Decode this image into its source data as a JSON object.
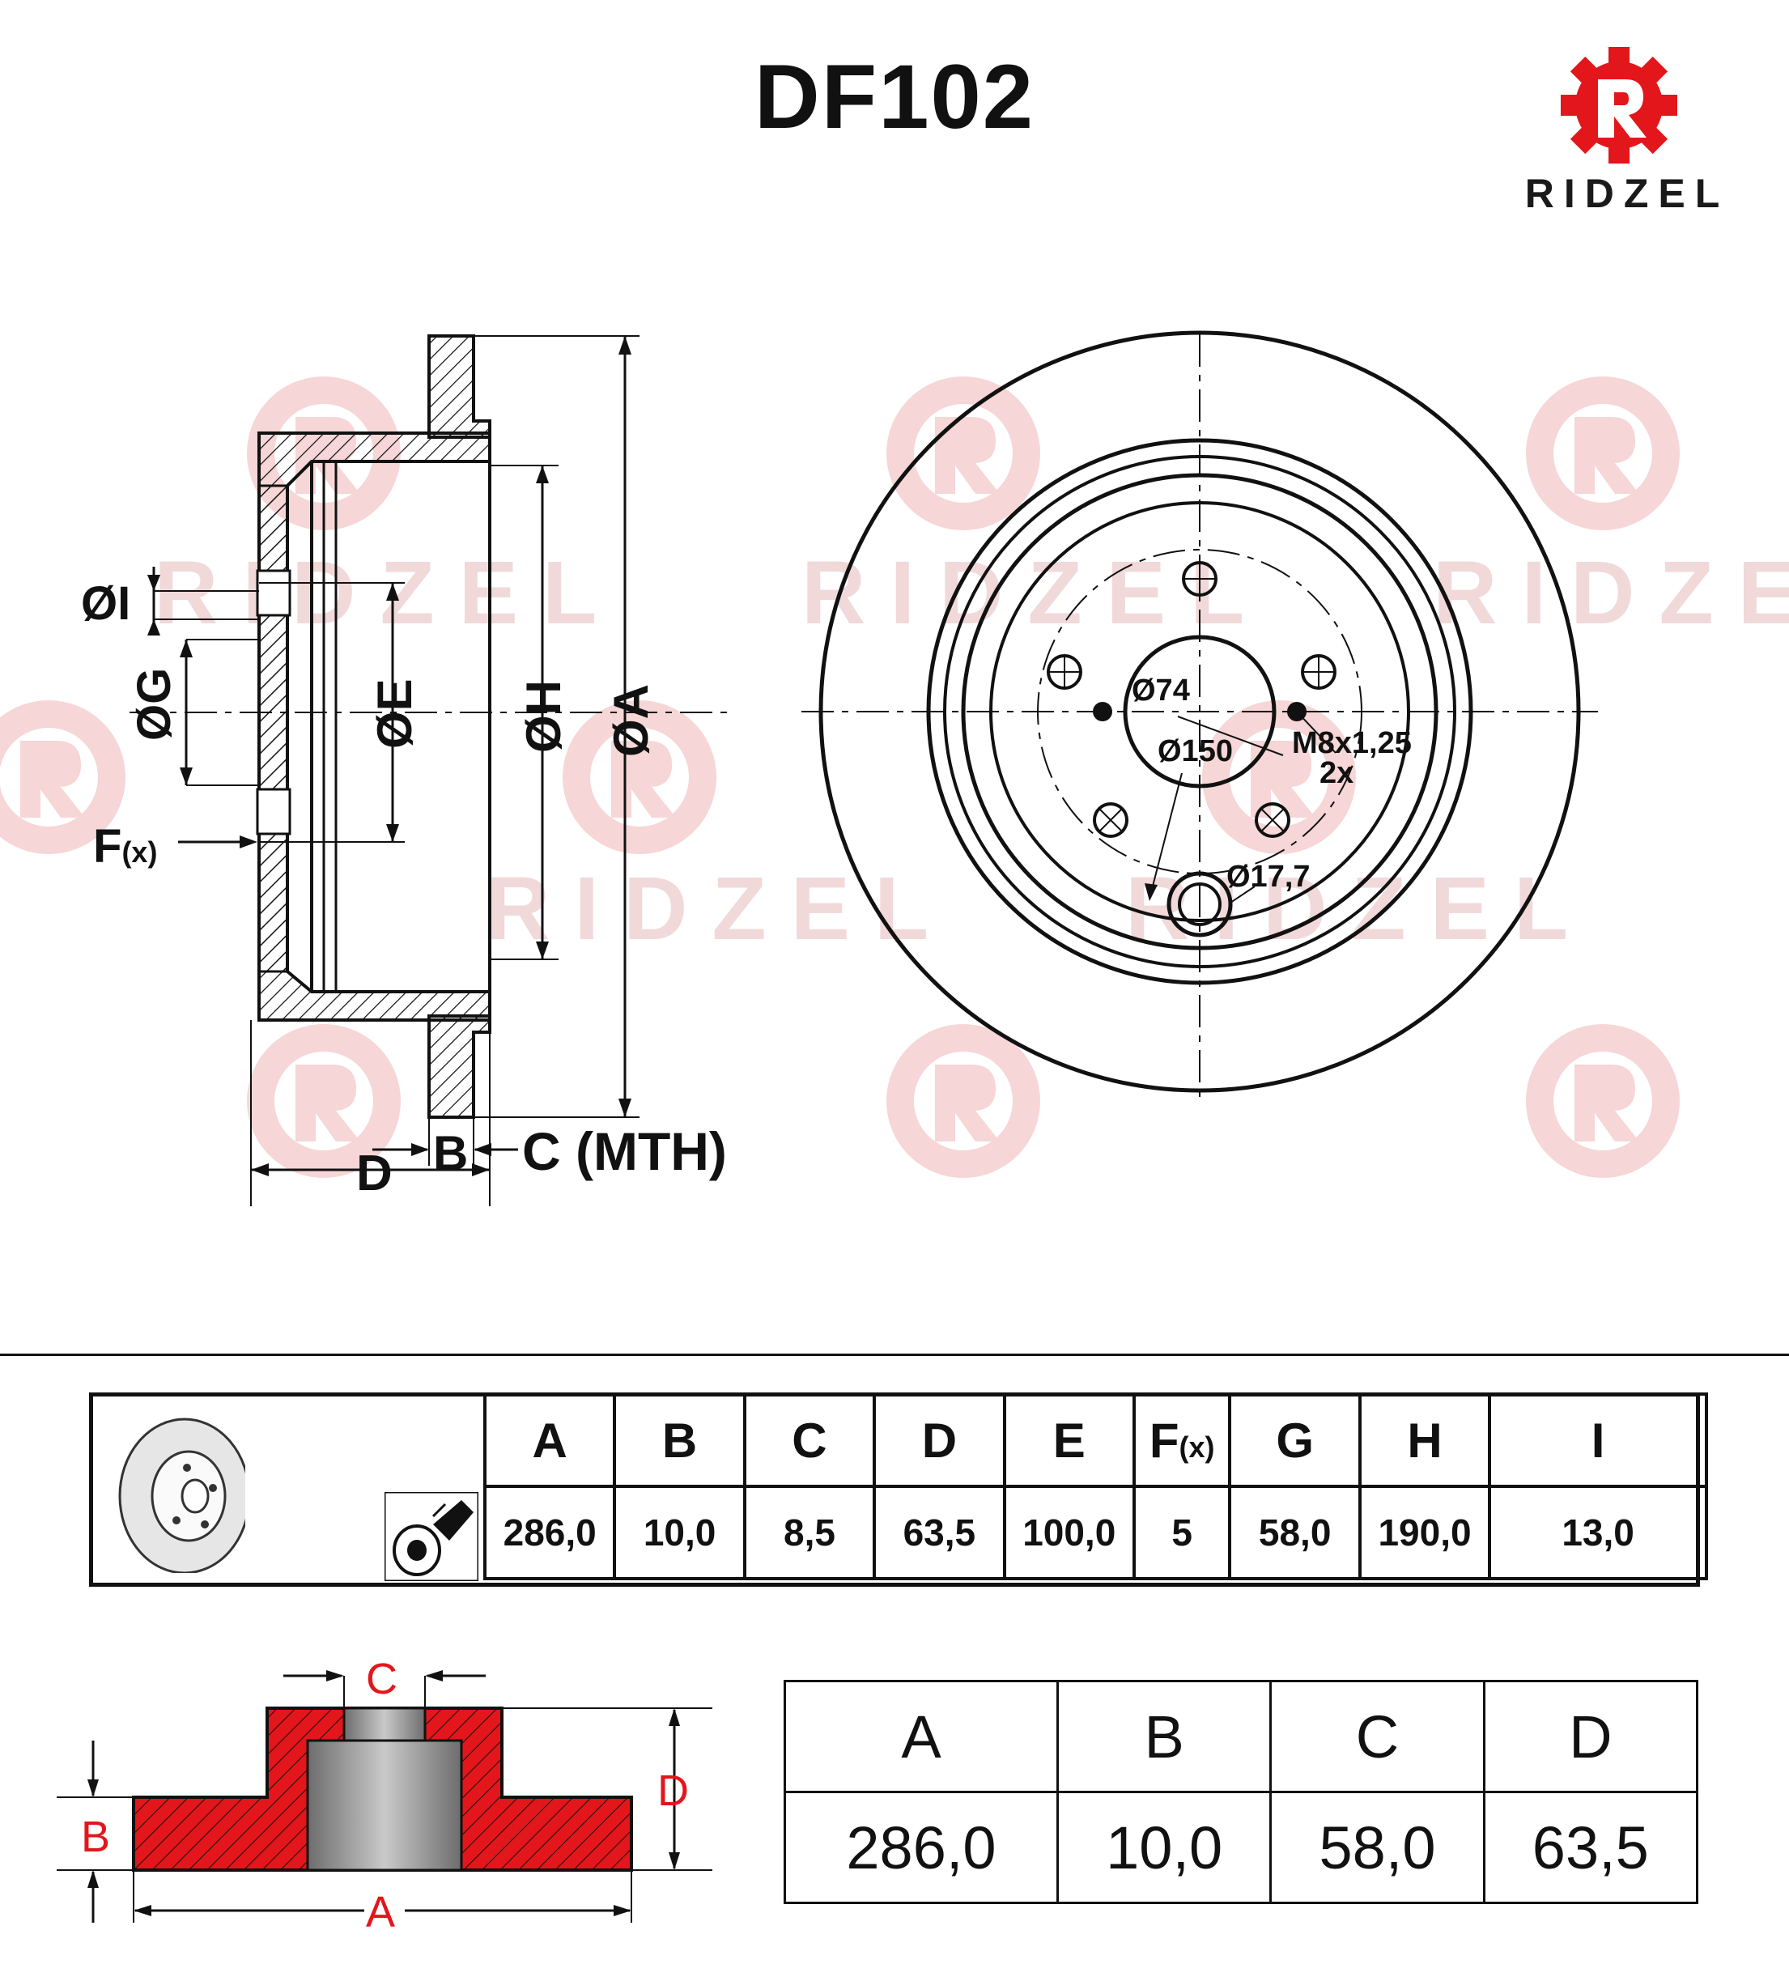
{
  "title": "DF102",
  "brand": {
    "name": "RIDZEL",
    "colors": {
      "accent": "#e3161b",
      "watermark": "#f3c9c9",
      "ink": "#111111"
    }
  },
  "side_view": {
    "labels": {
      "dia_i": "ØI",
      "dia_g": "ØG",
      "dia_e": "ØE",
      "dia_h": "ØH",
      "dia_a": "ØA",
      "f": "F",
      "f_sub": "(x)",
      "b": "B",
      "c_mth": "C (MTH)",
      "d": "D"
    }
  },
  "front_view": {
    "labels": {
      "center_bore": "Ø74",
      "pcd": "Ø150",
      "thread": "M8x1,25",
      "thread_count": "2x",
      "hole": "Ø17,7"
    }
  },
  "spec_table": {
    "headers": [
      "A",
      "B",
      "C",
      "D",
      "E",
      "F",
      "G",
      "H",
      "I"
    ],
    "f_sub": "(x)",
    "values": [
      "286,0",
      "10,0",
      "8,5",
      "63,5",
      "100,0",
      "5",
      "58,0",
      "190,0",
      "13,0"
    ]
  },
  "cross_section": {
    "labels": {
      "c": "C",
      "b": "B",
      "d": "D",
      "a": "A"
    }
  },
  "summary_table": {
    "headers": [
      "A",
      "B",
      "C",
      "D"
    ],
    "values": [
      "286,0",
      "10,0",
      "58,0",
      "63,5"
    ]
  }
}
